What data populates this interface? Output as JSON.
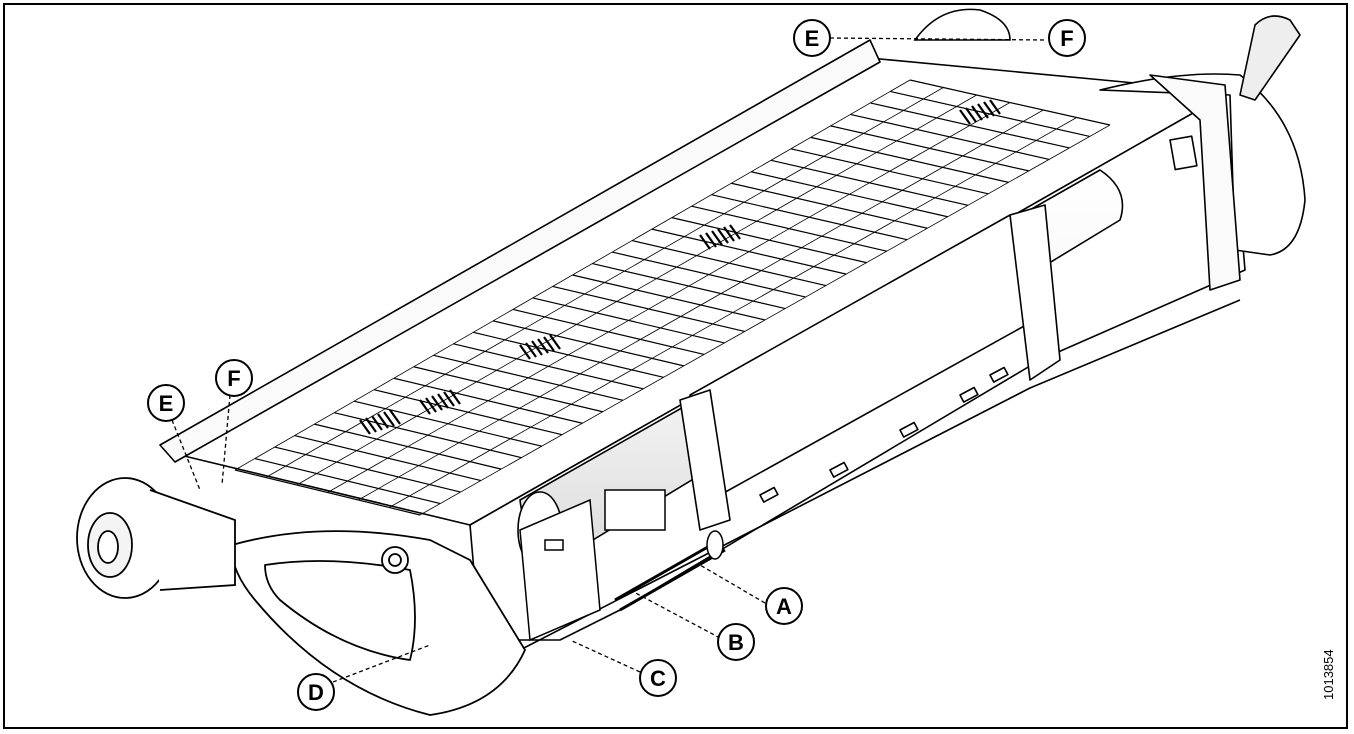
{
  "figure": {
    "id": "1013854"
  },
  "callouts": [
    {
      "label": "A"
    },
    {
      "label": "B"
    },
    {
      "label": "C"
    },
    {
      "label": "D"
    },
    {
      "label": "E"
    },
    {
      "label": "F"
    },
    {
      "label": "E"
    },
    {
      "label": "F"
    }
  ],
  "colors": {
    "line": "#000000",
    "paint": "#ffffff",
    "shade": "#f0f0f0",
    "dark": "#1a1a1a"
  }
}
